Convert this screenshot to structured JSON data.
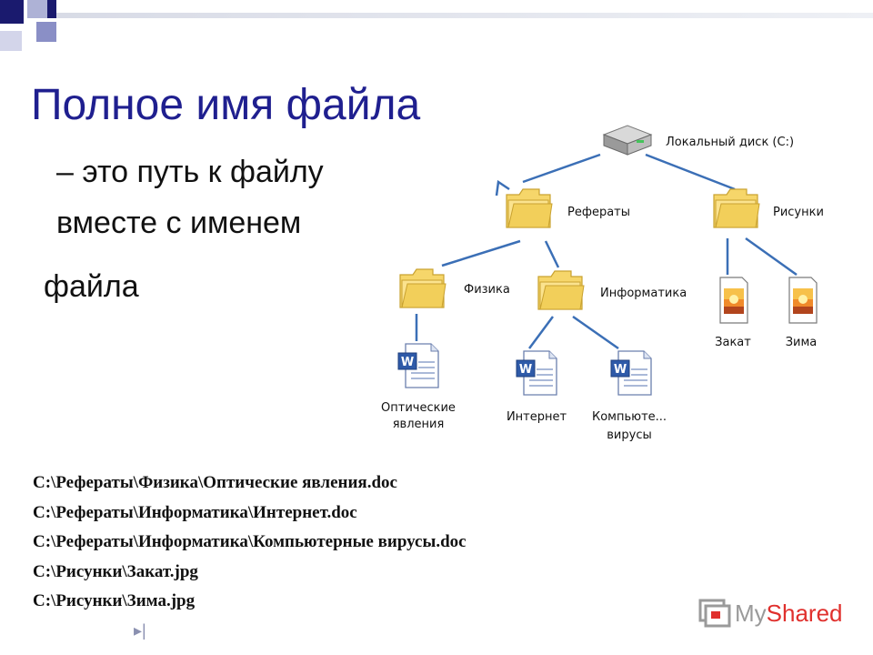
{
  "slide": {
    "title": "Полное имя файла",
    "subtitle_line1": "– это путь к файлу",
    "subtitle_line2": "вместе с именем",
    "subtitle_line3": "файла"
  },
  "tree": {
    "disk_label": "Локальный диск (C:)",
    "folder_referaty": "Рефераты",
    "folder_risunki": "Рисунки",
    "folder_fizika": "Физика",
    "folder_informatika": "Информатика",
    "file_opticheskie_1": "Оптические",
    "file_opticheskie_2": "явления",
    "file_internet": "Интернет",
    "file_kompyute_1": "Компьюте...",
    "file_kompyute_2": "вирусы",
    "file_zakat": "Закат",
    "file_zima": "Зима"
  },
  "paths": [
    "C:\\Рефераты\\Физика\\Оптические явления.doc",
    "C:\\Рефераты\\Информатика\\Интернет.doc",
    "C:\\Рефераты\\Информатика\\Компьютерные вирусы.doc",
    "C:\\Рисунки\\Закат.jpg",
    "C:\\Рисунки\\Зима.jpg"
  ],
  "logo": {
    "my": "My",
    "shared": "Shared"
  },
  "nav": {
    "next_symbol": "▸|"
  },
  "colors": {
    "title": "#1f1f8f",
    "deco_dark": "#1a1a6e",
    "deco_mid": "#8a8fc6",
    "tree_line": "#3b6fb6",
    "folder": "#f2cf5a"
  }
}
